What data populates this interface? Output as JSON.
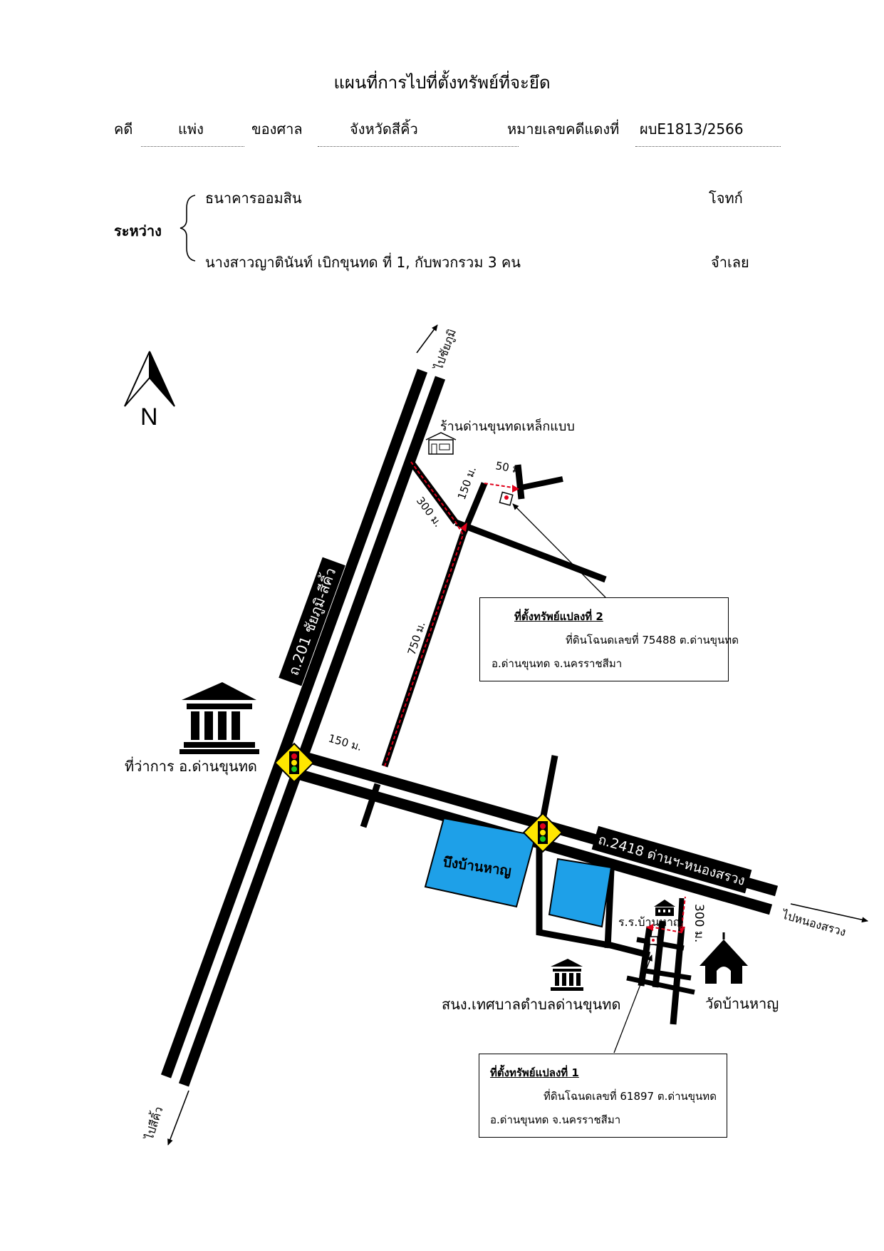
{
  "document": {
    "title": "แผนที่การไปที่ตั้งทรัพย์ที่จะยึด",
    "case_label": "คดี",
    "case_type": "แพ่ง",
    "court_label": "ของศาล",
    "court_name": "จังหวัดสีคิ้ว",
    "red_case_label": "หมายเลขคดีแดงที่",
    "red_case_number": "ผบE1813/2566",
    "between_label": "ระหว่าง",
    "plaintiff": "ธนาคารออมสิน",
    "plaintiff_role": "โจทก์",
    "defendant": "นางสาวญาตินันท์ เบิกขุนทด ที่ 1, กับพวกรวม 3 คน",
    "defendant_role": "จำเลย"
  },
  "map": {
    "north_label": "N",
    "road_201_label": "ถ.201 ชัยภูมิ-สีคิ้ว",
    "road_2418_label": "ถ.2418 ด่านฯ-หนองสรวง",
    "to_chaiyaphum": "ไปชัยภูมิ",
    "to_sikhio": "ไปสีคิ้ว",
    "to_nong_sarong": "ไปหนองสรวง",
    "shop_label": "ร้านด่านขุนทดเหล็กแบบ",
    "district_office_label": "ที่ว่าการ อ.ด่านขุนทด",
    "pond_label": "บึงบ้านหาญ",
    "school_label": "ร.ร.บ้านหาญ",
    "municipality_label": "สนง.เทศบาลตำบลด่านขุนทด",
    "temple_label": "วัดบ้านหาญ",
    "dist_150_main": "150 ม.",
    "dist_750": "750 ม.",
    "dist_300_a": "300 ม.",
    "dist_150_b": "150 ม.",
    "dist_50": "50 ม.",
    "dist_300_school": "300 ม.",
    "plot2": {
      "title": "ที่ตั้งทรัพย์แปลงที่ 2",
      "line1": "ที่ดินโฉนดเลขที่ 75488 ต.ด่านขุนทด",
      "line2": "อ.ด่านขุนทด จ.นครราชสีมา"
    },
    "plot1": {
      "title": "ที่ตั้งทรัพย์แปลงที่ 1",
      "line1": "ที่ดินโฉนดเลขที่ 61897 ต.ด่านขุนทด",
      "line2": "อ.ด่านขุนทด จ.นครราชสีมา"
    },
    "colors": {
      "route": "#e0001a",
      "pond": "#1ea0e8",
      "signal_yellow": "#ffe600"
    }
  }
}
